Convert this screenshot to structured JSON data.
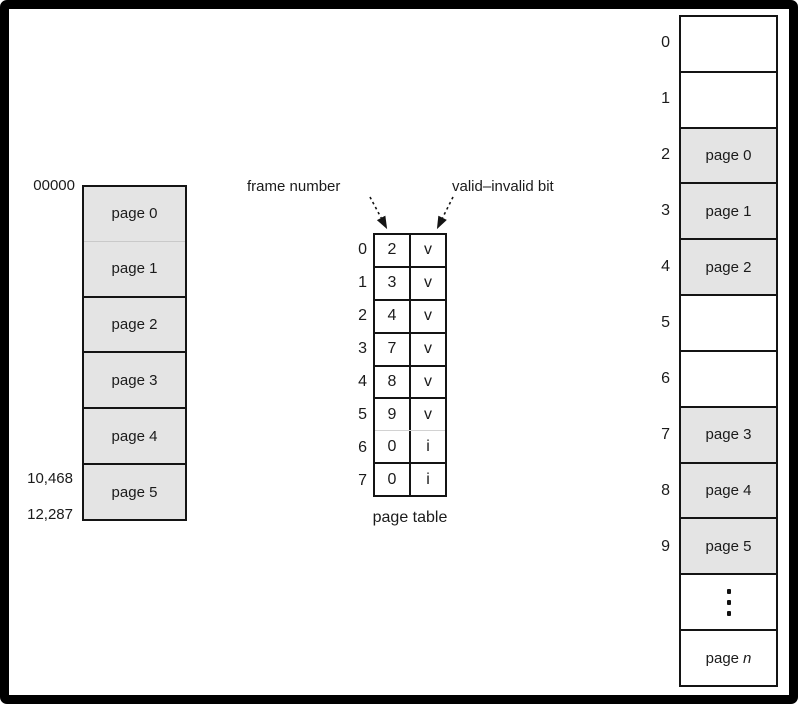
{
  "logical_memory": {
    "top_address": "00000",
    "address_page5": "10,468",
    "address_end": "12,287",
    "pages": [
      "page 0",
      "page 1",
      "page 2",
      "page 3",
      "page 4",
      "page 5"
    ]
  },
  "page_table": {
    "caption": "page table",
    "annotations": {
      "frame_number": "frame number",
      "valid_invalid": "valid–invalid bit"
    },
    "rows": [
      {
        "index": "0",
        "frame": "2",
        "bit": "v"
      },
      {
        "index": "1",
        "frame": "3",
        "bit": "v"
      },
      {
        "index": "2",
        "frame": "4",
        "bit": "v"
      },
      {
        "index": "3",
        "frame": "7",
        "bit": "v"
      },
      {
        "index": "4",
        "frame": "8",
        "bit": "v"
      },
      {
        "index": "5",
        "frame": "9",
        "bit": "v"
      },
      {
        "index": "6",
        "frame": "0",
        "bit": "i"
      },
      {
        "index": "7",
        "frame": "0",
        "bit": "i"
      }
    ]
  },
  "physical_memory": {
    "frames": [
      {
        "number": "0",
        "content": ""
      },
      {
        "number": "1",
        "content": ""
      },
      {
        "number": "2",
        "content": "page 0"
      },
      {
        "number": "3",
        "content": "page 1"
      },
      {
        "number": "4",
        "content": "page 2"
      },
      {
        "number": "5",
        "content": ""
      },
      {
        "number": "6",
        "content": ""
      },
      {
        "number": "7",
        "content": "page 3"
      },
      {
        "number": "8",
        "content": "page 4"
      },
      {
        "number": "9",
        "content": "page 5"
      }
    ],
    "page_n": {
      "prefix": "page",
      "italic": "n"
    }
  },
  "icons": {
    "vertical_ellipsis": "⋮"
  },
  "colors": {
    "cell_fill": "#e4e4e4",
    "line": "#141414",
    "background": "#ffffff",
    "outer_frame": "#000000"
  }
}
